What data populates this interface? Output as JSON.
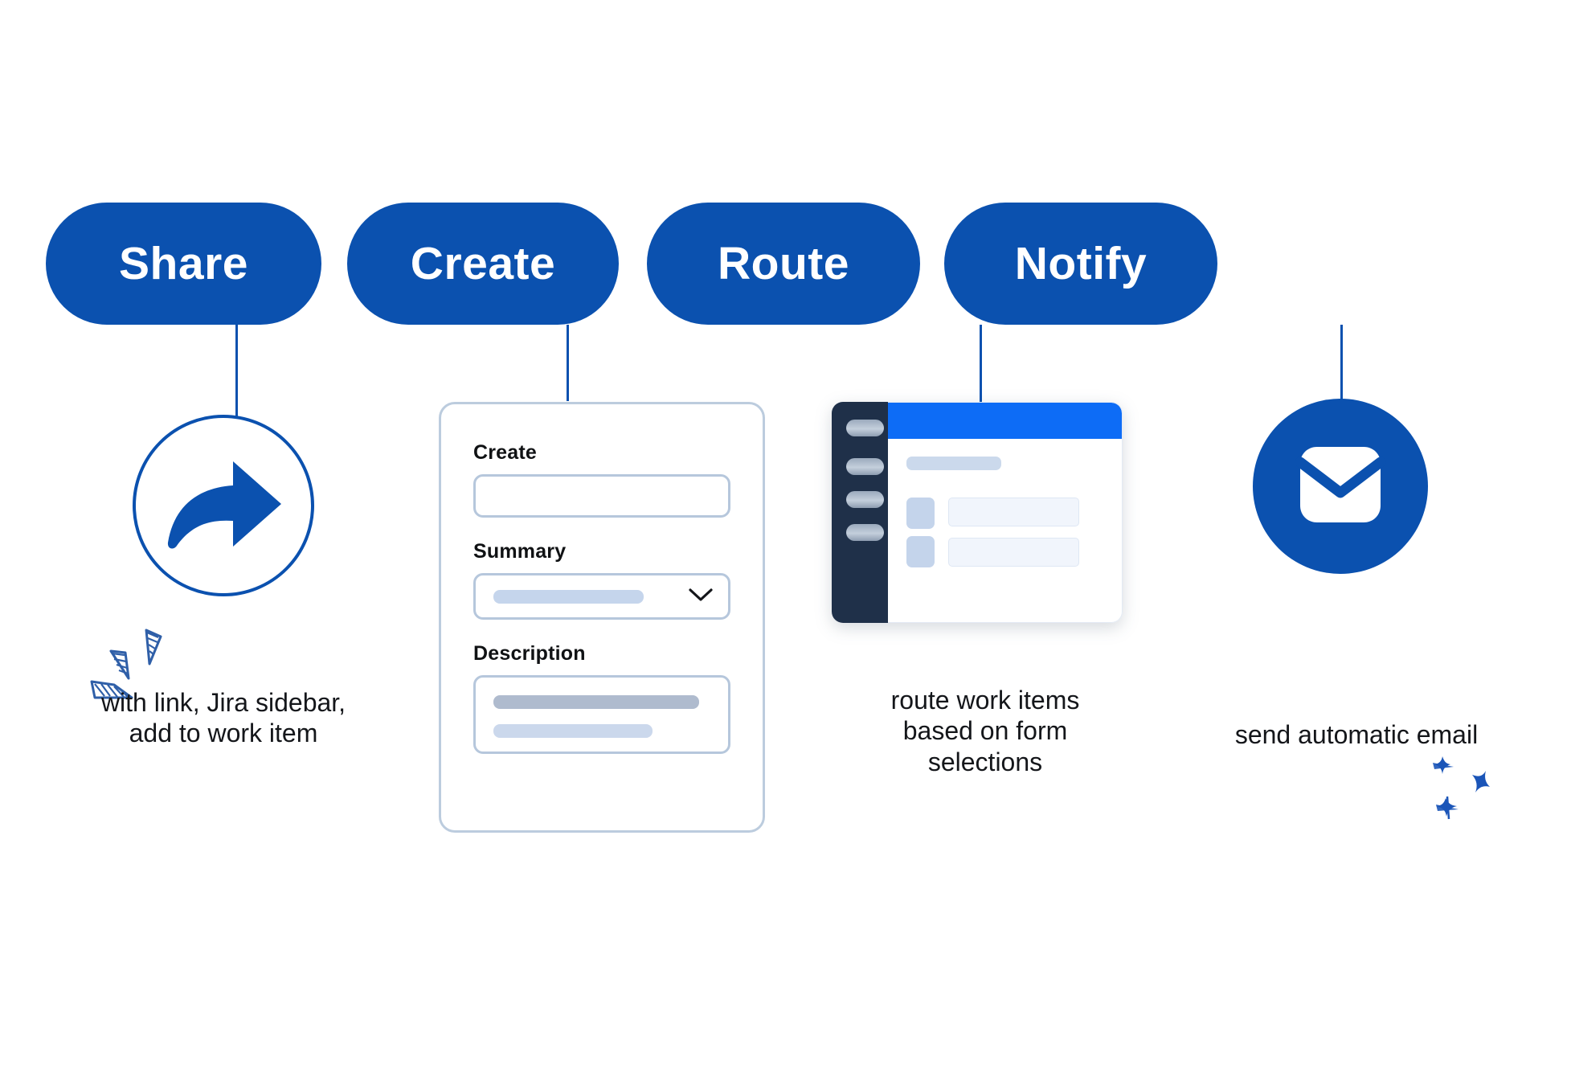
{
  "diagram": {
    "title": "Share, Create, Route, Notify workflow",
    "accent_blue": "#0B51AF",
    "bright_blue": "#0D6CF6",
    "navy": "#1F3049",
    "border_blue_grey": "#BCCCDE",
    "ghost_light": "#CBD8EC",
    "ghost_mid": "#AFBBCE"
  },
  "steps": [
    {
      "id": "share",
      "label": "Share",
      "caption": "with link, Jira sidebar, add to work item",
      "icon": "share-arrow-icon"
    },
    {
      "id": "create",
      "label": "Create",
      "caption": "",
      "icon": "form-card-icon"
    },
    {
      "id": "route",
      "label": "Route",
      "caption": "route work items based on form selections",
      "icon": "browser-window-icon"
    },
    {
      "id": "notify",
      "label": "Notify",
      "caption": "send automatic email",
      "icon": "envelope-icon"
    }
  ],
  "create_form": {
    "fields": [
      {
        "label": "Create",
        "type": "text",
        "value": ""
      },
      {
        "label": "Summary",
        "type": "select",
        "value": ""
      },
      {
        "label": "Description",
        "type": "textarea",
        "value": ""
      }
    ],
    "chevron_icon": "chevron-down-icon"
  },
  "route_window": {
    "sidebar_items": 4,
    "form_rows": 2
  },
  "decorations": {
    "share_confetti": "confetti-icon",
    "notify_sparkles": "sparkle-icon"
  }
}
